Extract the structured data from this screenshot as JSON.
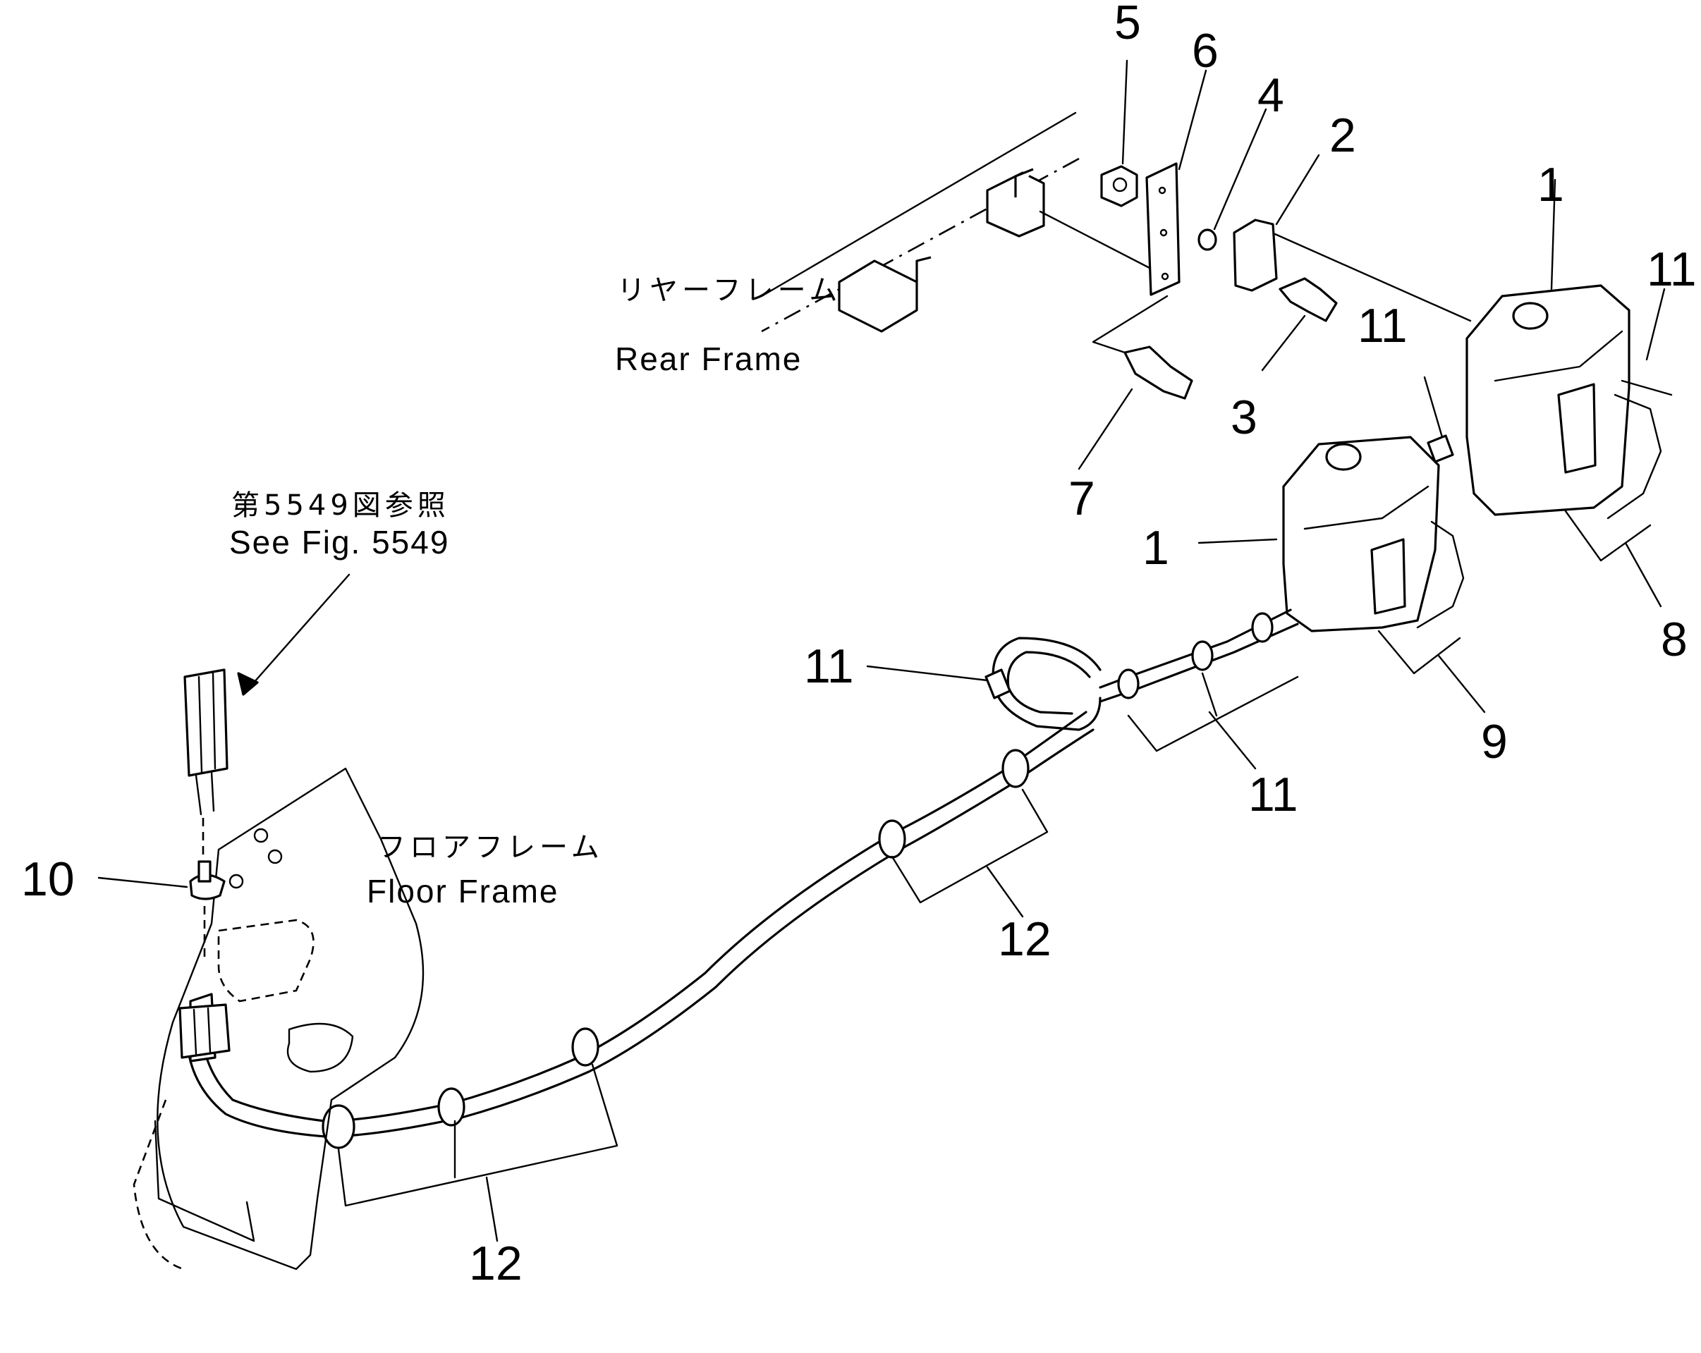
{
  "annotations": {
    "see_fig_jp": "第5549図参照",
    "see_fig_en": "See Fig. 5549",
    "rear_frame_jp": "リヤーフレーム",
    "rear_frame_en": "Rear Frame",
    "floor_frame_jp": "フロアフレーム",
    "floor_frame_en": "Floor Frame"
  },
  "callouts": [
    {
      "id": "c5",
      "text": "5"
    },
    {
      "id": "c6",
      "text": "6"
    },
    {
      "id": "c4",
      "text": "4"
    },
    {
      "id": "c2",
      "text": "2"
    },
    {
      "id": "c1a",
      "text": "1"
    },
    {
      "id": "c11a",
      "text": "11"
    },
    {
      "id": "c11b",
      "text": "11"
    },
    {
      "id": "c3",
      "text": "3"
    },
    {
      "id": "c7",
      "text": "7"
    },
    {
      "id": "c1b",
      "text": "1"
    },
    {
      "id": "c8",
      "text": "8"
    },
    {
      "id": "c9",
      "text": "9"
    },
    {
      "id": "c11c",
      "text": "11"
    },
    {
      "id": "c11d",
      "text": "11"
    },
    {
      "id": "c10",
      "text": "10"
    },
    {
      "id": "c12a",
      "text": "12"
    },
    {
      "id": "c12b",
      "text": "12"
    }
  ]
}
